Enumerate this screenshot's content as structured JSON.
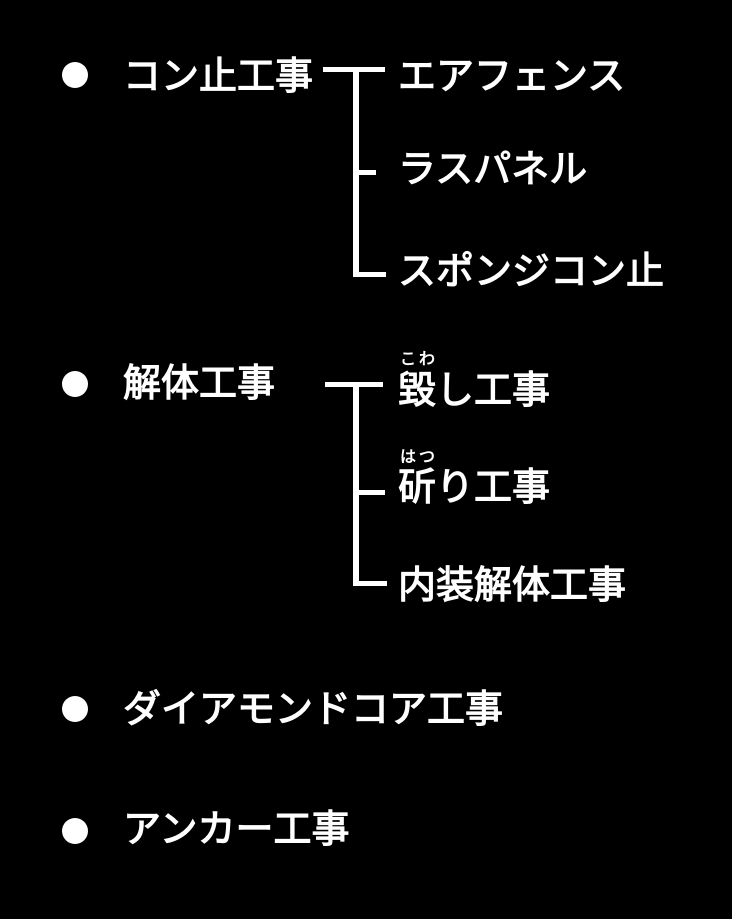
{
  "diagram": {
    "background_color": "#000000",
    "text_color": "#ffffff",
    "groups": [
      {
        "label": "コン止工事",
        "children": [
          {
            "text": "エアフェンス"
          },
          {
            "text": "ラスパネル"
          },
          {
            "text": "スポンジコン止"
          }
        ]
      },
      {
        "label": "解体工事",
        "children": [
          {
            "text": "毀し工事",
            "furigana": "こわ"
          },
          {
            "text": "斫り工事",
            "furigana": "はつ"
          },
          {
            "text": "内装解体工事"
          }
        ]
      },
      {
        "label": "ダイアモンドコア工事",
        "children": []
      },
      {
        "label": "アンカー工事",
        "children": []
      }
    ]
  }
}
